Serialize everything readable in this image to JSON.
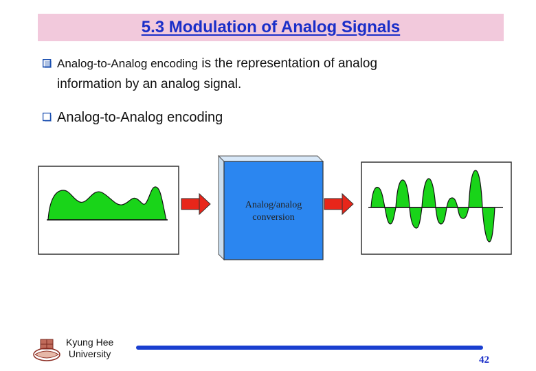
{
  "slide": {
    "title": "5.3 Modulation of Analog Signals",
    "bullets": [
      {
        "lead": "Analog-to-Analog encoding",
        "rest": " is the representation of analog",
        "line2": "information by an analog signal."
      },
      {
        "text": "Analog-to-Analog encoding"
      }
    ]
  },
  "figure": {
    "box_label_line1": "Analog/analog",
    "box_label_line2": "conversion",
    "signal_color": "#19d419",
    "arrow_color": "#e8261a",
    "box_color": "#2b86f0"
  },
  "footer": {
    "institution_line1": "Kyung Hee",
    "institution_line2": "University",
    "page_number": "42"
  },
  "colors": {
    "title_bg": "#f2c9dc",
    "title_text": "#1a2ec8",
    "footer_rule": "#1a3fd0"
  }
}
